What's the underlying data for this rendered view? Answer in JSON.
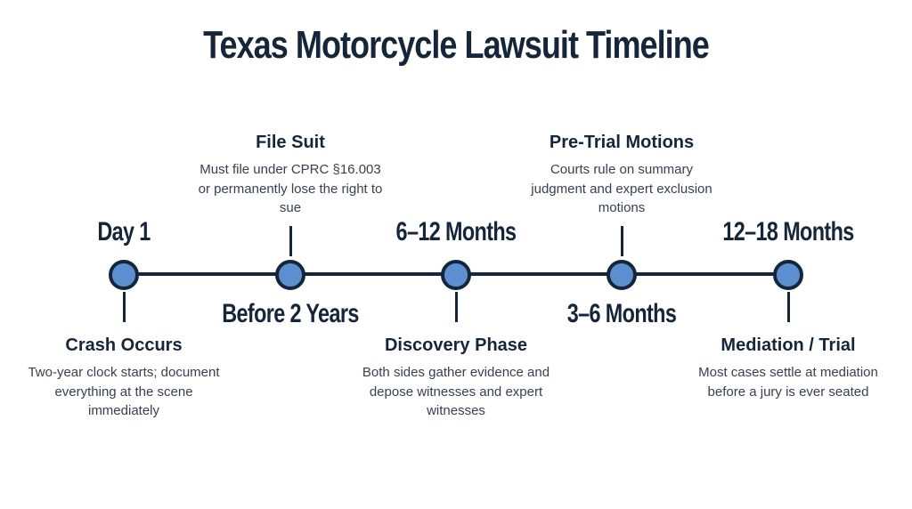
{
  "title": "Texas Motorcycle Lawsuit Timeline",
  "milestones": [
    {
      "time": "Day 1",
      "heading": "Crash Occurs",
      "description": "Two-year clock starts; document everything at the scene immediately"
    },
    {
      "time": "Before 2 Years",
      "heading": "File Suit",
      "description": "Must file under CPRC §16.003 or permanently lose the right to sue"
    },
    {
      "time": "6–12 Months",
      "heading": "Discovery Phase",
      "description": "Both sides gather evidence and depose witnesses and expert witnesses"
    },
    {
      "time": "3–6 Months",
      "heading": "Pre-Trial Motions",
      "description": "Courts rule on summary judgment and expert exclusion motions"
    },
    {
      "time": "12–18 Months",
      "heading": "Mediation / Trial",
      "description": "Most cases settle at mediation before a jury is ever seated"
    }
  ],
  "colors": {
    "navy": "#15263b",
    "node_fill": "#5b8fd0"
  }
}
